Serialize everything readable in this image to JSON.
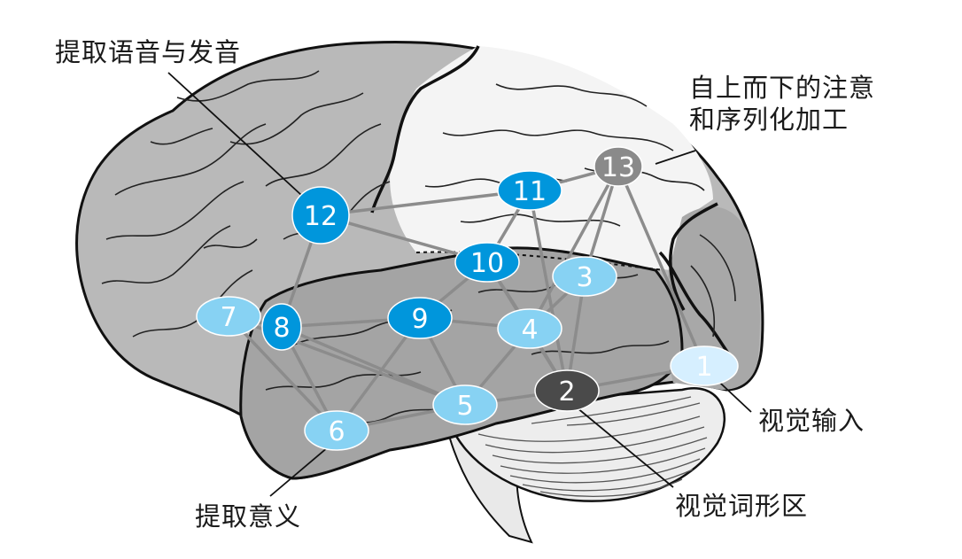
{
  "callouts": {
    "speech": "提取语音与发音",
    "attention_line1": "自上而下的注意",
    "attention_line2": "和序列化加工",
    "visual_input": "视觉输入",
    "meaning": "提取意义",
    "word_form": "视觉词形区"
  },
  "nodes": [
    {
      "id": "1",
      "label": "1",
      "color": "#d6efff"
    },
    {
      "id": "2",
      "label": "2",
      "color": "#4a4a4a"
    },
    {
      "id": "3",
      "label": "3",
      "color": "#87d2f3"
    },
    {
      "id": "4",
      "label": "4",
      "color": "#87d2f3"
    },
    {
      "id": "5",
      "label": "5",
      "color": "#87d2f3"
    },
    {
      "id": "6",
      "label": "6",
      "color": "#87d2f3"
    },
    {
      "id": "7",
      "label": "7",
      "color": "#87d2f3"
    },
    {
      "id": "8",
      "label": "8",
      "color": "#0096dc"
    },
    {
      "id": "9",
      "label": "9",
      "color": "#0096dc"
    },
    {
      "id": "10",
      "label": "10",
      "color": "#0096dc"
    },
    {
      "id": "11",
      "label": "11",
      "color": "#0096dc"
    },
    {
      "id": "12",
      "label": "12",
      "color": "#0096dc"
    },
    {
      "id": "13",
      "label": "13",
      "color": "#8a8a8a"
    }
  ],
  "connections": [
    [
      "1",
      "2"
    ],
    [
      "2",
      "4"
    ],
    [
      "2",
      "5"
    ],
    [
      "2",
      "3"
    ],
    [
      "2",
      "10"
    ],
    [
      "2",
      "11"
    ],
    [
      "3",
      "4"
    ],
    [
      "3",
      "13"
    ],
    [
      "4",
      "5"
    ],
    [
      "4",
      "10"
    ],
    [
      "4",
      "13"
    ],
    [
      "5",
      "9"
    ],
    [
      "5",
      "6"
    ],
    [
      "5",
      "8"
    ],
    [
      "5",
      "7"
    ],
    [
      "6",
      "8"
    ],
    [
      "6",
      "9"
    ],
    [
      "6",
      "7"
    ],
    [
      "7",
      "8"
    ],
    [
      "8",
      "9"
    ],
    [
      "8",
      "12"
    ],
    [
      "9",
      "10"
    ],
    [
      "9",
      "4"
    ],
    [
      "10",
      "11"
    ],
    [
      "10",
      "12"
    ],
    [
      "11",
      "12"
    ],
    [
      "11",
      "13"
    ],
    [
      "13",
      "1"
    ]
  ],
  "colors": {
    "brain_gray": "#b9b9b9",
    "frontal_light": "#f4f4f4",
    "temporal_gray": "#a4a4a4",
    "cerebellum": "#ededed",
    "outline": "#111111",
    "connection": "#8c8c8c",
    "node_label_light": "#ffffff"
  }
}
